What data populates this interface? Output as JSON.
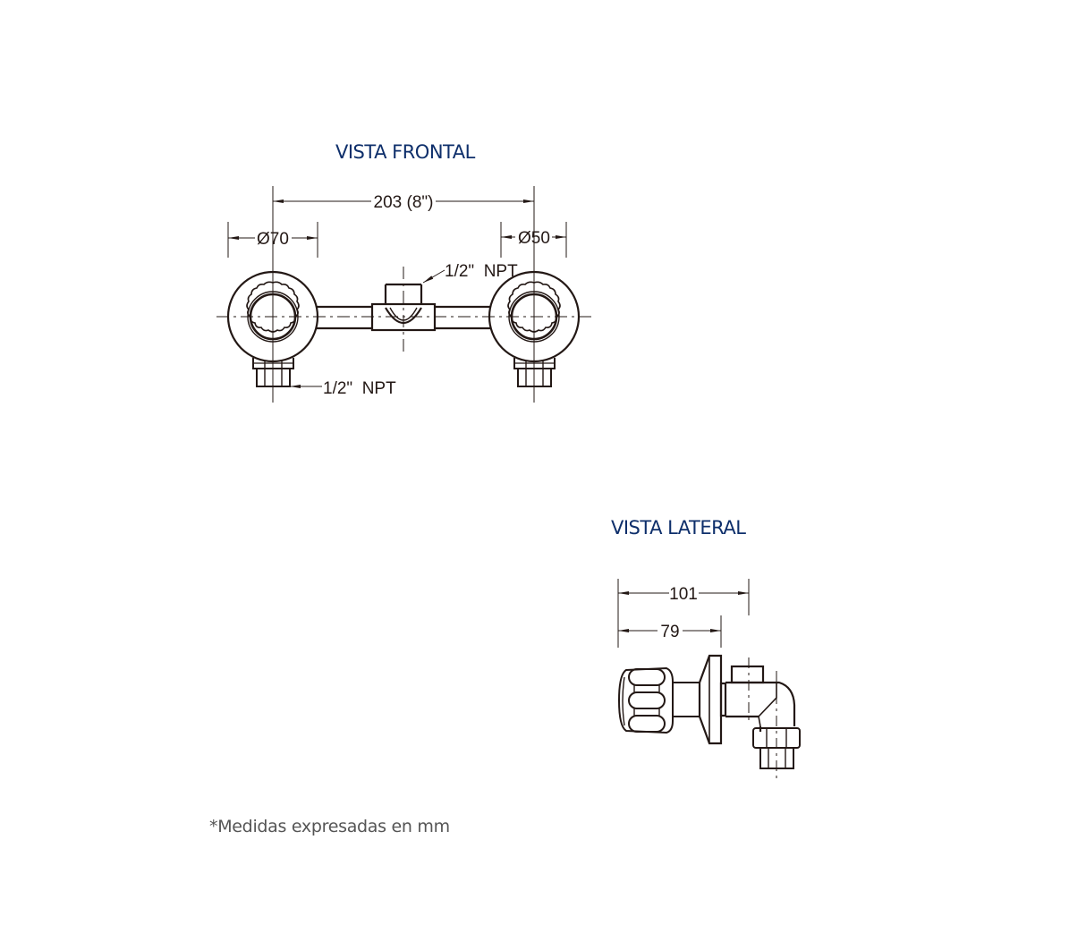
{
  "front_view": {
    "title": "VISTA FRONTAL",
    "dimensions": {
      "overall_width": "203 (8\")",
      "left_diameter": "Ø70",
      "right_diameter": "Ø50"
    },
    "labels": {
      "top_connection": "1/2\"  NPT",
      "bottom_connection": "1/2\"  NPT"
    }
  },
  "side_view": {
    "title": "VISTA LATERAL",
    "dimensions": {
      "overall_depth": "101",
      "flange_depth": "79"
    }
  },
  "footnote": "*Medidas expresadas en mm",
  "colors": {
    "title": "#0e2f6b",
    "line": "#231815",
    "note": "#555555"
  }
}
